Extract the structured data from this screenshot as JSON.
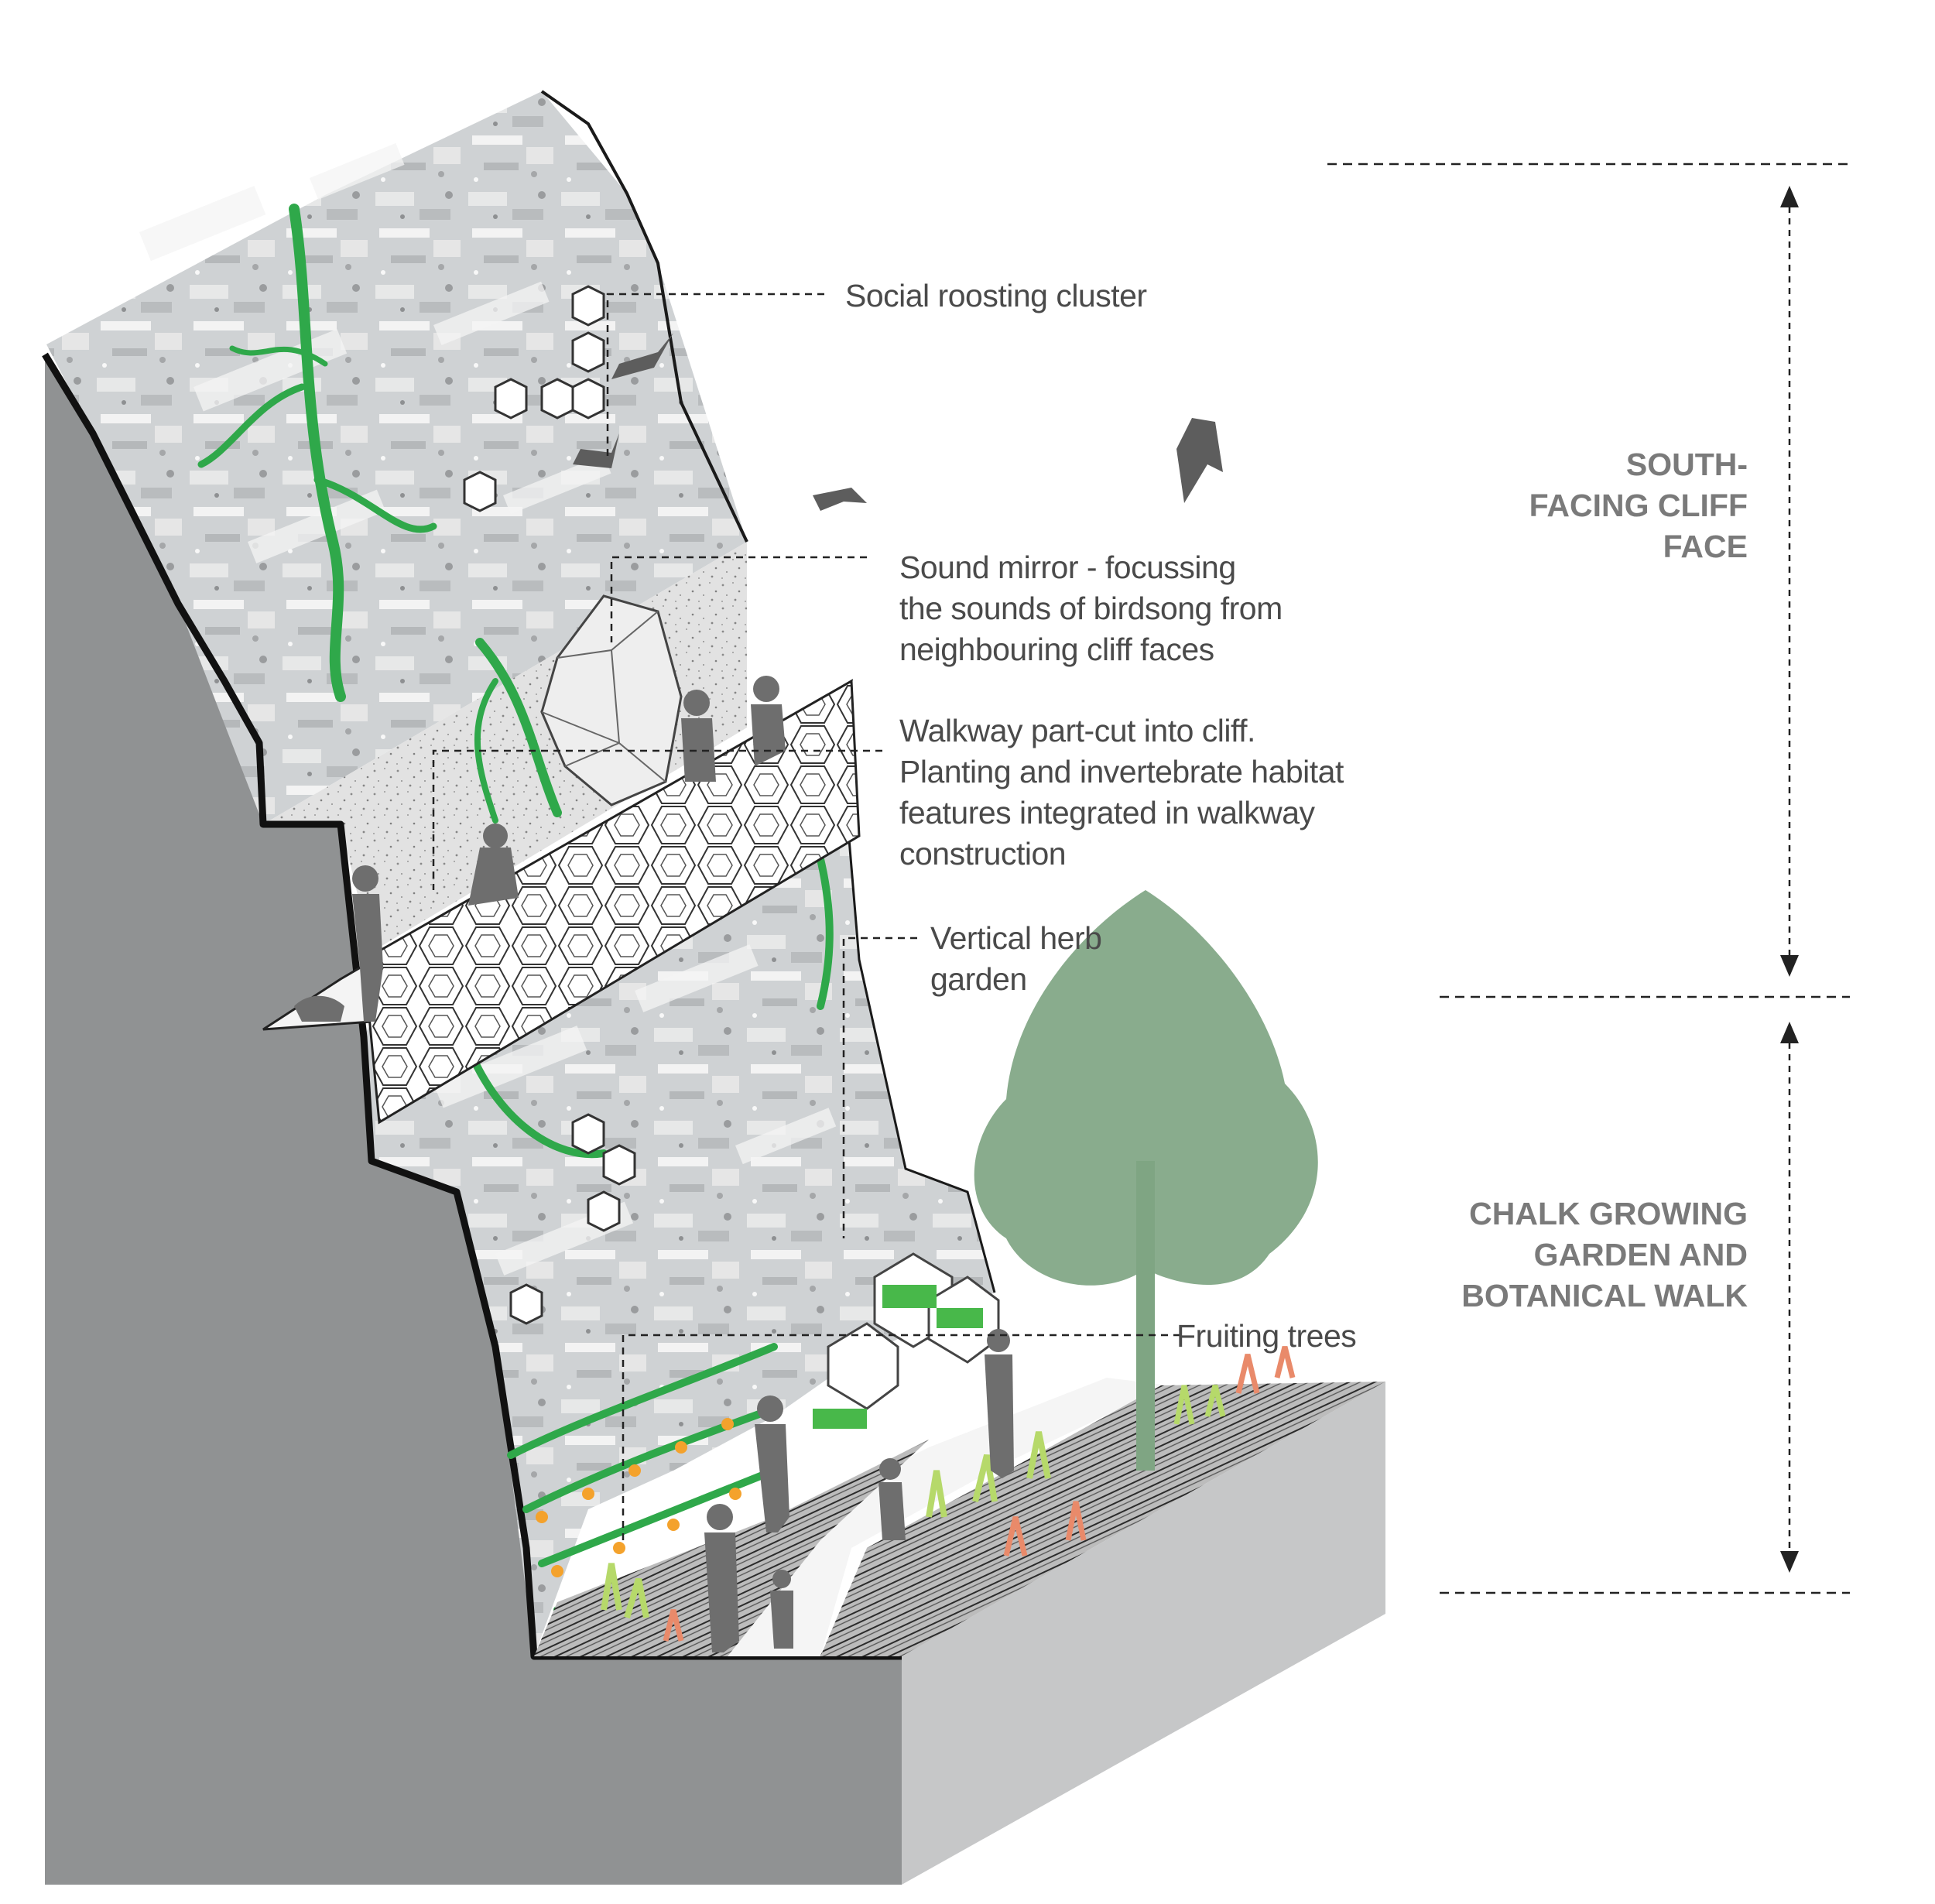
{
  "colors": {
    "ground_front": "#909293",
    "ground_side": "#c6c7c8",
    "cliff_rock": "#cfd2d4",
    "rock_highlight": "#f2f2f2",
    "speckle_wall": "#d9d9d9",
    "vegetation_green": "#2fa84a",
    "tree_green": "#7fa583",
    "fruit_orange": "#f4a22c",
    "plant_salmon": "#e98a6a",
    "plant_lime": "#b6d96a",
    "silhouette": "#6e6e6e",
    "outline": "#1a1a1a",
    "label_text": "#4a4a4a",
    "zone_text": "#7a7a7a"
  },
  "callouts": {
    "roosting": [
      "Social roosting cluster"
    ],
    "sound_mirror": [
      "Sound mirror - focussing",
      "the sounds of birdsong from",
      "neighbouring cliff faces"
    ],
    "walkway": [
      "Walkway part-cut into cliff.",
      "Planting and invertebrate habitat",
      "features integrated in walkway",
      "construction"
    ],
    "herb_garden": [
      "Vertical herb",
      "garden"
    ],
    "fruiting": [
      "Fruiting trees"
    ]
  },
  "zones": {
    "cliff_face": [
      "SOUTH-",
      "FACING CLIFF",
      "FACE"
    ],
    "growing_garden": [
      "CHALK GROWING",
      "GARDEN AND",
      "BOTANICAL WALK"
    ]
  }
}
